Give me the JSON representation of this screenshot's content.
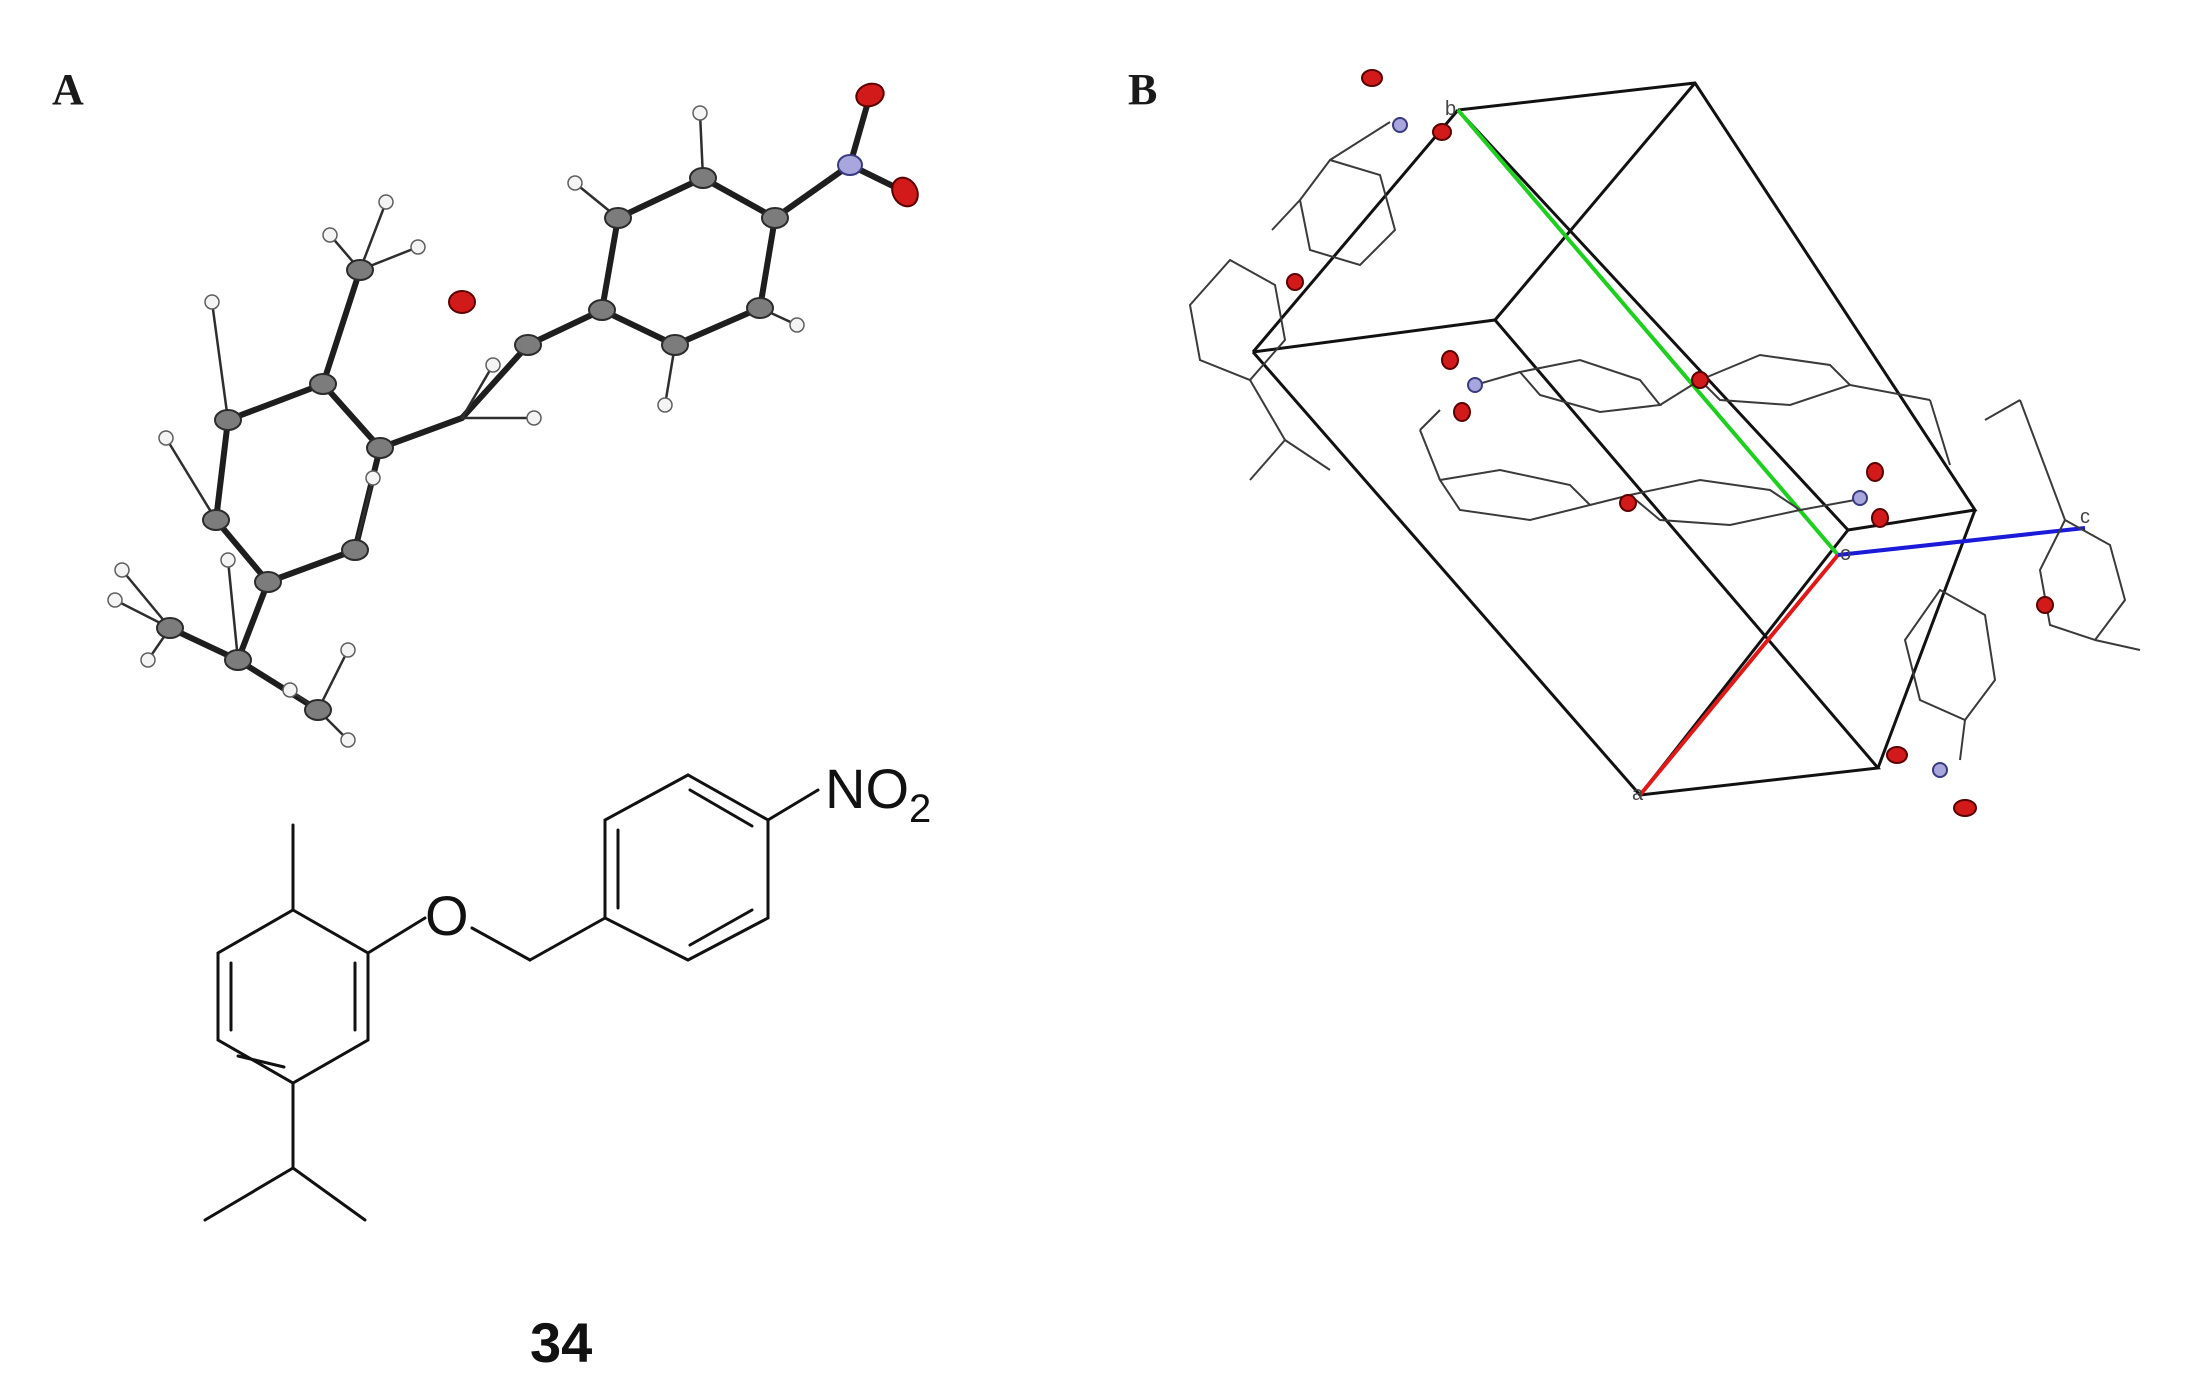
{
  "panels": {
    "a_letter": "A",
    "b_letter": "B"
  },
  "structure": {
    "o_label": "O",
    "no2_label": "NO",
    "no2_subscript": "2",
    "compound_label": "34"
  },
  "unit_cell_axes": {
    "origin": "o",
    "a": "a",
    "b": "b",
    "c": "c"
  }
}
